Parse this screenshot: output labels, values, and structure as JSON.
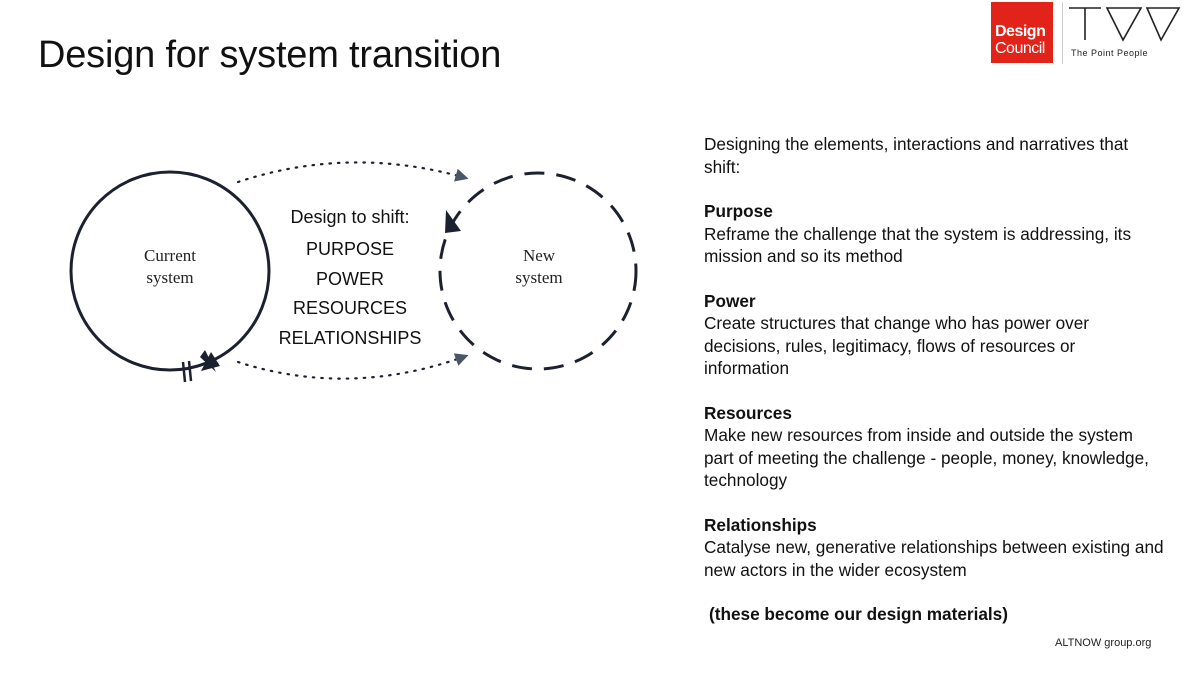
{
  "title": "Design for system transition",
  "logos": {
    "design_council": {
      "line1": "Design",
      "line2": "Council",
      "bg_color": "#e2231a"
    },
    "point_people": {
      "text": "The Point People"
    }
  },
  "diagram": {
    "current_system_label": [
      "Current",
      "system"
    ],
    "new_system_label": [
      "New",
      "system"
    ],
    "shift_heading": "Design to shift:",
    "shift_items": [
      "PURPOSE",
      "POWER",
      "RESOURCES",
      "RELATIONSHIPS"
    ]
  },
  "intro": "Designing the elements, interactions and narratives that shift:",
  "sections": [
    {
      "heading": "Purpose",
      "body": "Reframe the challenge that the system is addressing, its mission and so its method"
    },
    {
      "heading": "Power",
      "body": "Create structures that change who has power over decisions, rules, legitimacy, flows of resources or information"
    },
    {
      "heading": "Resources",
      "body": "Make new resources from inside and outside the system part of meeting the challenge - people, money, knowledge, technology"
    },
    {
      "heading": "Relationships",
      "body": "Catalyse new, generative relationships between existing and new actors in the wider ecosystem"
    }
  ],
  "closing": "(these become our design materials)",
  "footer": "ALTNOW group.org"
}
